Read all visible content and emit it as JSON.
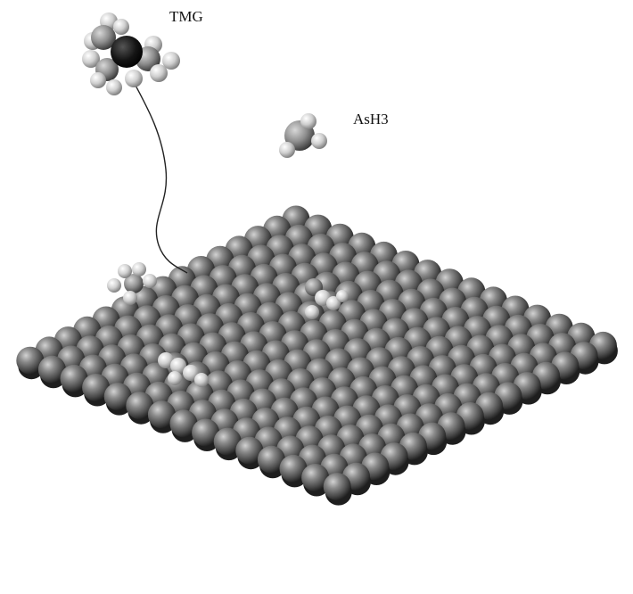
{
  "labels": {
    "tmg": "TMG",
    "ash3": "AsH3"
  },
  "colors": {
    "surface_atom": "#6e6e6e",
    "surface_atom_highlight": "#cfcfcf",
    "surface_atom_shadow": "#262626",
    "hydrogen": "#dcdcdc",
    "methyl_carbon": "#8a8a8a",
    "gallium": "#111111",
    "arsenic": "#7a7a7a",
    "trajectory": "#222222",
    "background": "#ffffff"
  },
  "icons": {
    "surface": "atomic-lattice-surface",
    "tmg_molecule": "trimethylgallium-molecule",
    "ash3_molecule": "arsine-molecule"
  }
}
